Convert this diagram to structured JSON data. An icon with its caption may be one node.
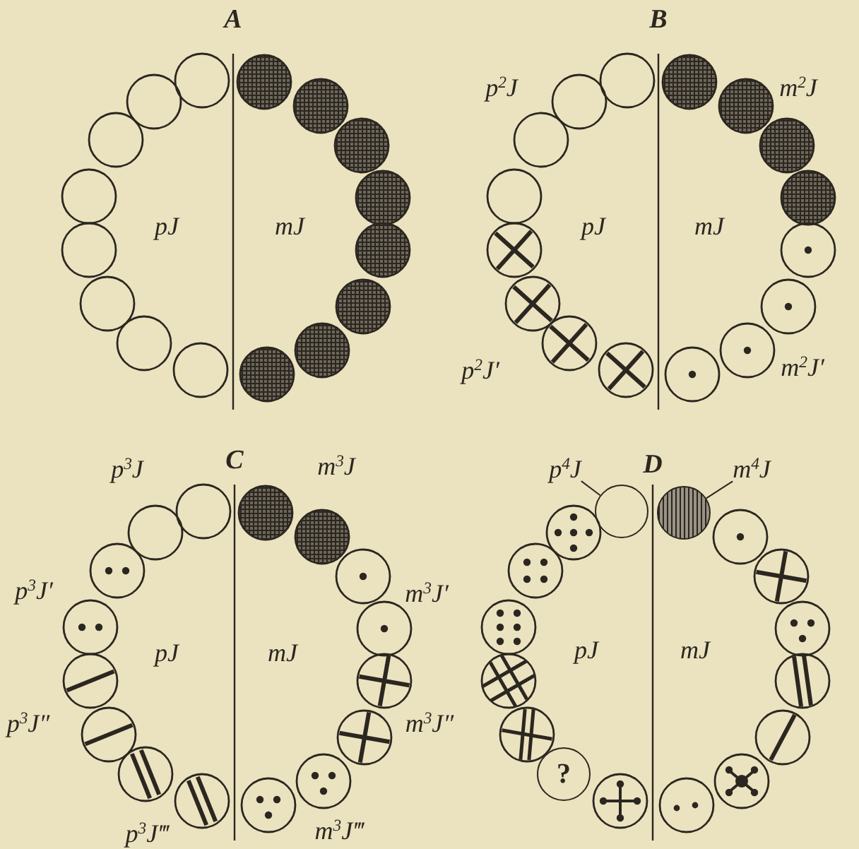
{
  "diagram": {
    "nodes": [
      {
        "text": [
          "p$^{4}$J"
        ]
      },
      {
        "text": [],
        "shape": "circle"
      },
      {
        "text": [
          "m$^{4}$J"
        ]
      },
      {
        "text": [],
        "shape": "circle"
      },
      {
        "text": [
          "?"
        ]
      }
    ],
    "edges": [
      {
        "from": 0,
        "to": 1,
        "arrow": "none"
      },
      {
        "from": 2,
        "to": 3,
        "arrow": "none"
      }
    ],
    "labels": [
      "A",
      "pJ",
      "mJ",
      "B",
      "p$^{2}$J",
      "m$^{2}$J",
      "pJ",
      "mJ",
      "p$^{2}$J′",
      "m$^{2}$J′",
      "C",
      "p$^{3}$J",
      "m$^{3}$J",
      "p$^{3}$J′",
      "m$^{3}$J′",
      "pJ",
      "mJ",
      "p$^{3}$J″",
      "m$^{3}$J″",
      "p$^{3}$J‴",
      "m$^{3}$J‴",
      "D",
      "pJ",
      "mJ"
    ]
  }
}
